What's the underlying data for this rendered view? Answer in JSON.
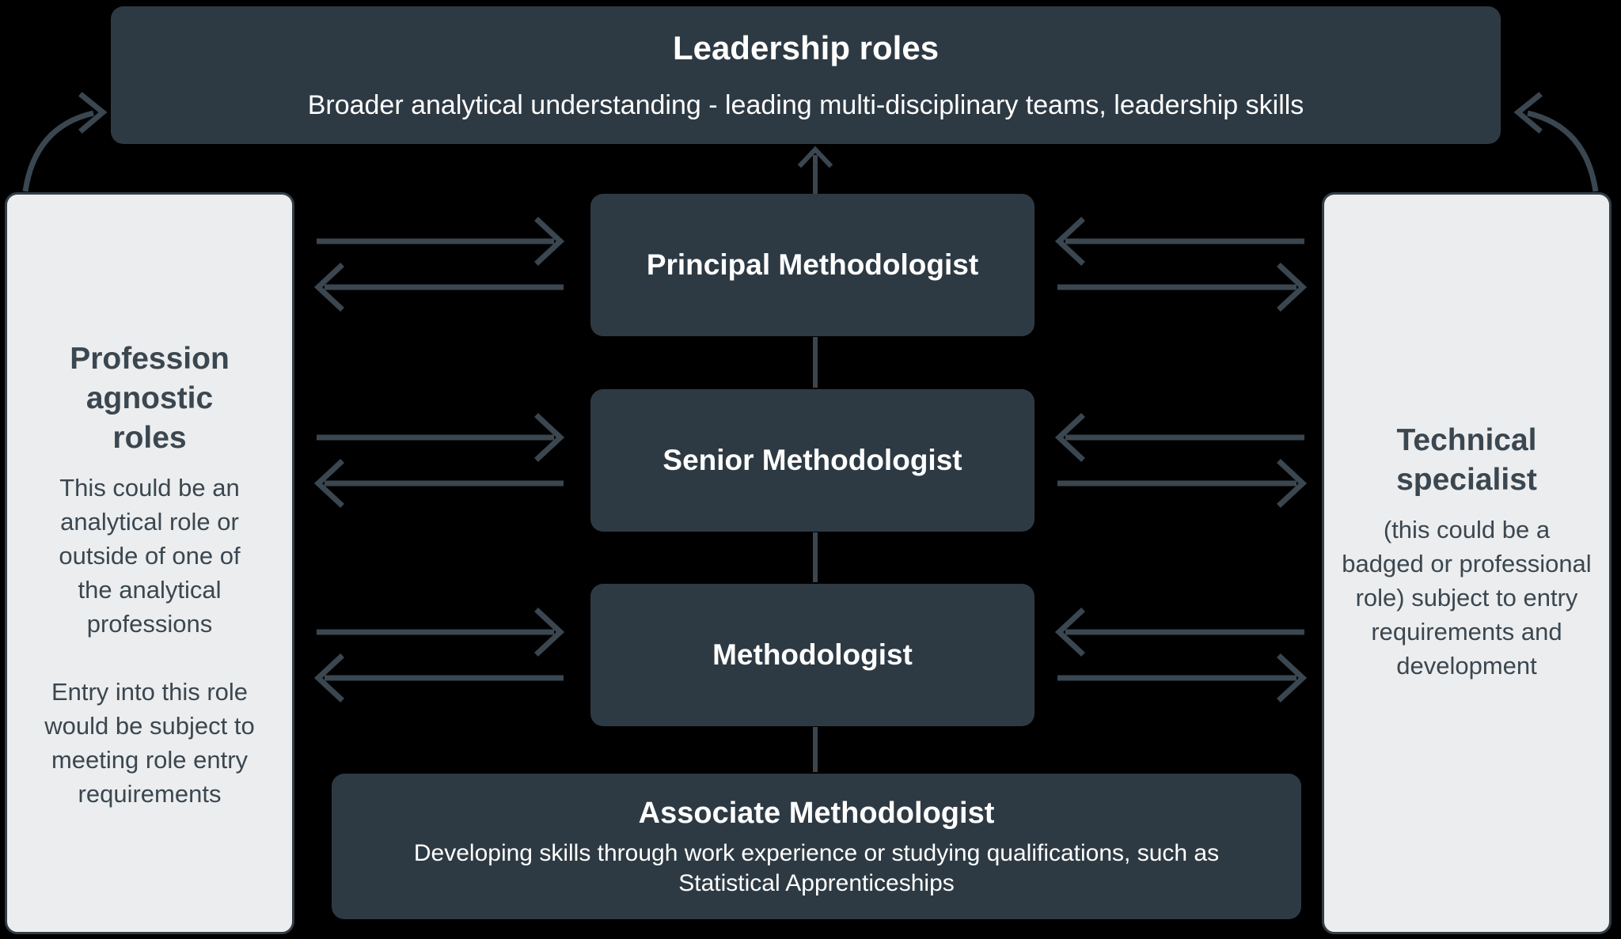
{
  "colors": {
    "background": "#000000",
    "box_dark": "#2e3a43",
    "box_light": "#ecedee",
    "panel_border": "#333e47",
    "connector": "#3a4650",
    "text_on_dark": "#ffffff",
    "text_on_light": "#3b4750"
  },
  "leadership": {
    "title": "Leadership roles",
    "subtitle": "Broader analytical understanding - leading multi-disciplinary teams, leadership skills"
  },
  "left_panel": {
    "heading": "Profession\nagnostic\nroles",
    "paragraphs": [
      "This could be an\nanalytical role or\noutside of one of\nthe analytical\nprofessions",
      "Entry into this role\nwould be subject to\nmeeting role entry\nrequirements"
    ]
  },
  "right_panel": {
    "heading": "Technical\nspecialist",
    "body": "(this could be a\nbadged or professional\nrole) subject to entry\nrequirements and\ndevelopment"
  },
  "ladder": [
    {
      "label": "Principal Methodologist"
    },
    {
      "label": "Senior Methodologist"
    },
    {
      "label": "Methodologist"
    }
  ],
  "associate": {
    "title": "Associate Methodologist",
    "subtitle": "Developing skills through work experience or studying qualifications, such as\nStatistical Apprenticeships"
  },
  "icons": {
    "up_arrow": "arrow-up-icon",
    "right_arrow": "arrow-right-icon",
    "left_arrow": "arrow-left-icon",
    "curved_left": "curved-arrow-up-right-icon",
    "curved_right": "curved-arrow-up-left-icon"
  }
}
